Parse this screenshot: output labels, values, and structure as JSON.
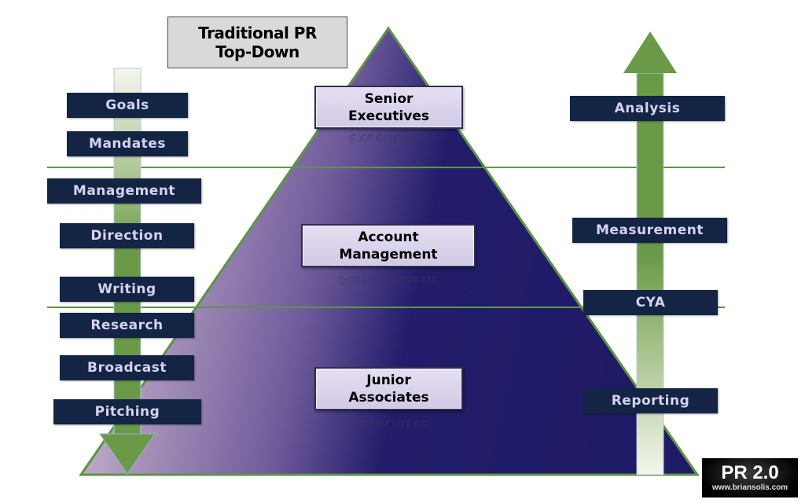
{
  "title": {
    "line1": "Traditional PR",
    "line2": "Top-Down"
  },
  "pyramid": {
    "levels": [
      {
        "line1": "Senior",
        "line2": "Executives"
      },
      {
        "line1": "Account",
        "line2": "Management"
      },
      {
        "line1": "Junior",
        "line2": "Associates"
      }
    ]
  },
  "left_flow": {
    "direction": "down",
    "items": [
      "Goals",
      "Mandates",
      "Management",
      "Direction",
      "Writing",
      "Research",
      "Broadcast",
      "Pitching"
    ]
  },
  "right_flow": {
    "direction": "up",
    "items": [
      "Analysis",
      "Measurement",
      "CYA",
      "Reporting"
    ]
  },
  "logo": {
    "name": "PR 2.0",
    "url": "www.briansolis.com"
  },
  "colors": {
    "arrow_green": "#6a9a47",
    "tag_navy": "#132445",
    "pyramid_light": "#c9b5cc",
    "pyramid_dark": "#1f1a66",
    "pyramid_outline": "#5e9446"
  }
}
